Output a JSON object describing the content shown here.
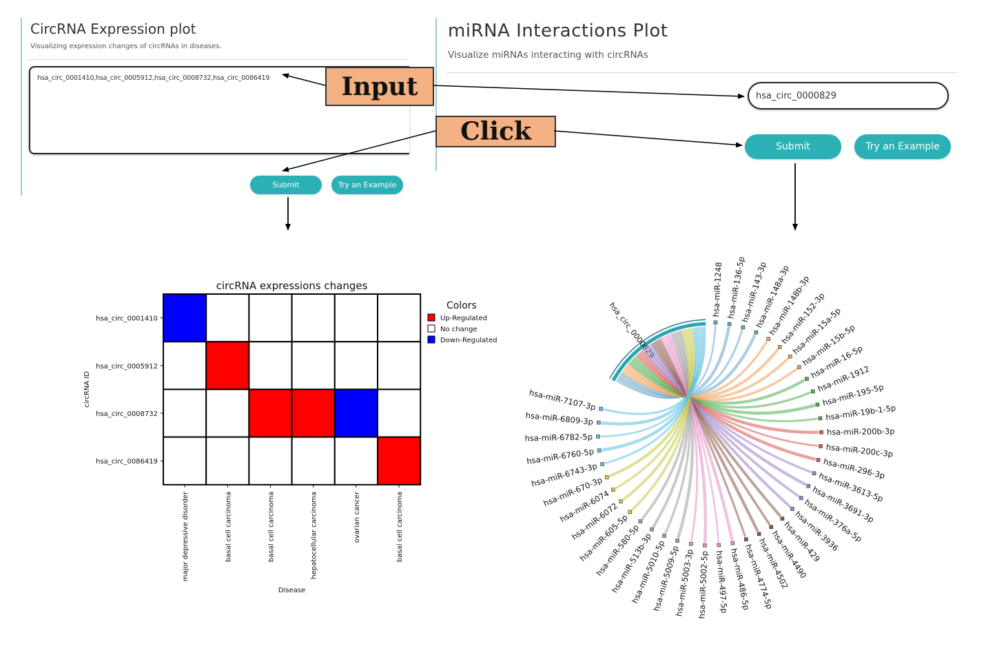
{
  "left_panel": {
    "title": "CircRNA Expression plot",
    "subtitle": "Visualizing expression changes of circRNAs in diseases.",
    "textarea_value": "hsa_circ_0001410,hsa_circ_0005912,hsa_circ_0008732,hsa_circ_0086419",
    "submit_label": "Submit",
    "example_label": "Try an Example"
  },
  "right_panel": {
    "title": "miRNA Interactions Plot",
    "subtitle": "Visualize miRNAs interacting with circRNAs",
    "input_value": "hsa_circ_0000829",
    "submit_label": "Submit",
    "example_label": "Try an Example"
  },
  "callouts": {
    "input_label": "Input",
    "click_label": "Click"
  },
  "colors": {
    "teal": "#2bb0b5",
    "callout_fill": "#f4b183",
    "up": "#ff0000",
    "down": "#0000ff",
    "none": "#ffffff"
  },
  "chart_data": [
    {
      "type": "heatmap",
      "title": "circRNA expressions changes",
      "xlabel": "Disease",
      "ylabel": "circRNA ID",
      "rows": [
        "hsa_circ_0001410",
        "hsa_circ_0005912",
        "hsa_circ_0008732",
        "hsa_circ_0086419"
      ],
      "columns": [
        "major depressive disorder",
        "basal cell carcinoma",
        "basal cell carcinoma",
        "hepatocellular carcinoma",
        "ovarian cancer",
        "basal cell carcinoma"
      ],
      "values": [
        [
          "down",
          "none",
          "none",
          "none",
          "none",
          "none"
        ],
        [
          "none",
          "up",
          "none",
          "none",
          "none",
          "none"
        ],
        [
          "none",
          "none",
          "up",
          "up",
          "down",
          "none"
        ],
        [
          "none",
          "none",
          "none",
          "none",
          "none",
          "up"
        ]
      ],
      "legend": {
        "title": "Colors",
        "position": "right",
        "entries": [
          {
            "label": "Up-Regulated",
            "color": "#ff0000"
          },
          {
            "label": "No change",
            "color": "#ffffff"
          },
          {
            "label": "Down-Regulated",
            "color": "#0000ff"
          }
        ]
      }
    },
    {
      "type": "chord",
      "source": "hsa_circ_0000829",
      "source_color": "#2aa6b3",
      "targets": [
        {
          "name": "hsa-miR-1248",
          "color": "#6aa6c8"
        },
        {
          "name": "hsa-miR-136-5p",
          "color": "#6aa6c8"
        },
        {
          "name": "hsa-miR-143-3p",
          "color": "#6aa6c8"
        },
        {
          "name": "hsa-miR-148a-3p",
          "color": "#6aa6c8"
        },
        {
          "name": "hsa-miR-148b-3p",
          "color": "#f0a05a"
        },
        {
          "name": "hsa-miR-152-3p",
          "color": "#f0a05a"
        },
        {
          "name": "hsa-miR-15a-5p",
          "color": "#f0a05a"
        },
        {
          "name": "hsa-miR-15b-5p",
          "color": "#f0a05a"
        },
        {
          "name": "hsa-miR-16-5p",
          "color": "#4caf50"
        },
        {
          "name": "hsa-miR-1912",
          "color": "#4caf50"
        },
        {
          "name": "hsa-miR-195-5p",
          "color": "#4caf50"
        },
        {
          "name": "hsa-miR-19b-1-5p",
          "color": "#4caf50"
        },
        {
          "name": "hsa-miR-200b-3p",
          "color": "#d9534f"
        },
        {
          "name": "hsa-miR-200c-3p",
          "color": "#d9534f"
        },
        {
          "name": "hsa-miR-296-3p",
          "color": "#d9534f"
        },
        {
          "name": "hsa-miR-3613-5p",
          "color": "#9b7fc7"
        },
        {
          "name": "hsa-miR-3691-3p",
          "color": "#9b7fc7"
        },
        {
          "name": "hsa-miR-376a-5p",
          "color": "#9b7fc7"
        },
        {
          "name": "hsa-miR-3936",
          "color": "#9b7fc7"
        },
        {
          "name": "hsa-miR-429",
          "color": "#8b5a4a"
        },
        {
          "name": "hsa-miR-4490",
          "color": "#8b5a4a"
        },
        {
          "name": "hsa-miR-4502",
          "color": "#8b5a4a"
        },
        {
          "name": "hsa-miR-4774-5p",
          "color": "#8b5a4a"
        },
        {
          "name": "hsa-miR-486-5p",
          "color": "#e58fc7"
        },
        {
          "name": "hsa-miR-497-5p",
          "color": "#e58fc7"
        },
        {
          "name": "hsa-miR-5002-5p",
          "color": "#e58fc7"
        },
        {
          "name": "hsa-miR-5003-3p",
          "color": "#e58fc7"
        },
        {
          "name": "hsa-miR-5009-5p",
          "color": "#9e9e9e"
        },
        {
          "name": "hsa-miR-5010-5p",
          "color": "#9e9e9e"
        },
        {
          "name": "hsa-miR-513b-3p",
          "color": "#9e9e9e"
        },
        {
          "name": "hsa-miR-580-5p",
          "color": "#9e9e9e"
        },
        {
          "name": "hsa-miR-605-5p",
          "color": "#c9c94a"
        },
        {
          "name": "hsa-miR-6072",
          "color": "#c9c94a"
        },
        {
          "name": "hsa-miR-6074",
          "color": "#c9c94a"
        },
        {
          "name": "hsa-miR-670-3p",
          "color": "#c9c94a"
        },
        {
          "name": "hsa-miR-6743-3p",
          "color": "#5bc0de"
        },
        {
          "name": "hsa-miR-6760-5p",
          "color": "#5bc0de"
        },
        {
          "name": "hsa-miR-6782-5p",
          "color": "#5bc0de"
        },
        {
          "name": "hsa-miR-6809-3p",
          "color": "#5bc0de"
        },
        {
          "name": "hsa-miR-7107-3p",
          "color": "#5bc0de"
        }
      ]
    }
  ]
}
